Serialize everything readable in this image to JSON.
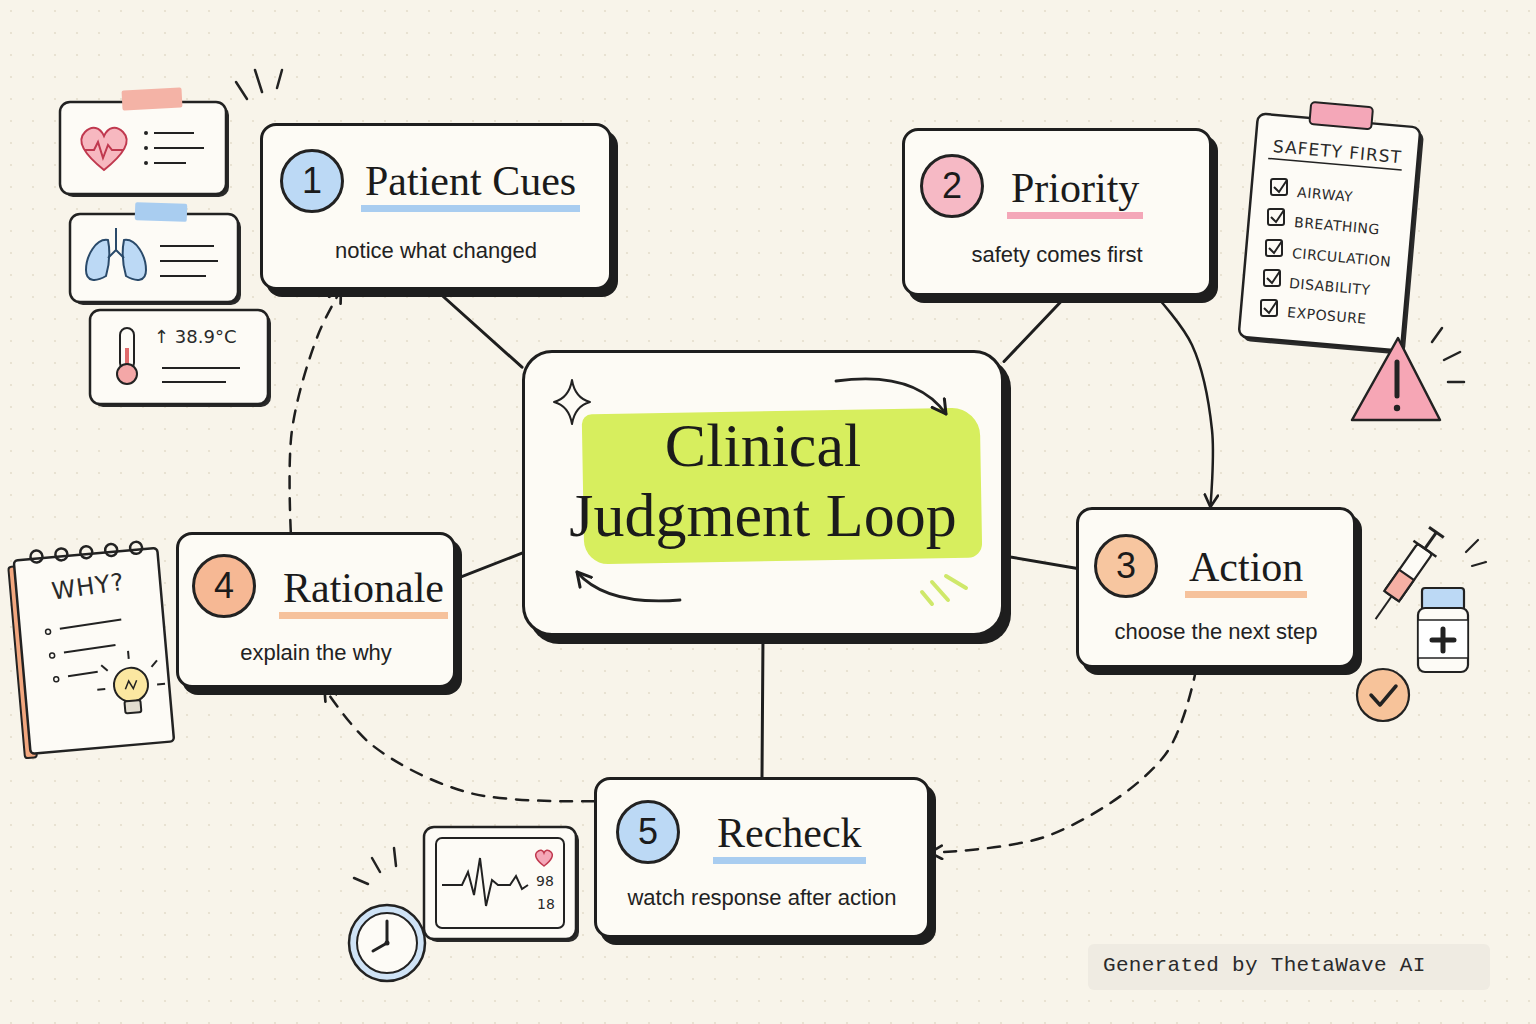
{
  "diagram": {
    "nodes": [
      {
        "text": [
          "Patient Cues",
          "notice what changed"
        ]
      },
      {
        "text": [
          "1"
        ],
        "in": 0
      },
      {
        "text": [
          "Priority",
          "safety comes first"
        ]
      },
      {
        "text": [
          "2"
        ],
        "in": 2
      },
      {
        "text": [
          "Clinical Judgment Loop"
        ]
      },
      {
        "text": [
          "Rationale",
          "explain the why"
        ]
      },
      {
        "text": [
          "4"
        ],
        "in": 5
      },
      {
        "text": [
          "Action",
          "choose the next step"
        ]
      },
      {
        "text": [
          "3"
        ],
        "in": 7
      },
      {
        "text": [
          "Recheck",
          "watch response after action"
        ]
      },
      {
        "text": [
          "5"
        ],
        "in": 9
      }
    ],
    "edges": [
      {
        "from": 4,
        "to": 0,
        "arrow": "none"
      },
      {
        "from": 4,
        "to": 2,
        "arrow": "none"
      },
      {
        "from": 4,
        "to": 7,
        "arrow": "none"
      },
      {
        "from": 4,
        "to": 5,
        "arrow": "none"
      },
      {
        "from": 4,
        "to": 9,
        "arrow": "none"
      },
      {
        "from": 2,
        "to": 7,
        "arrow": "to"
      },
      {
        "from": 7,
        "to": 9,
        "arrow": "to"
      },
      {
        "from": 9,
        "to": 5,
        "arrow": "to"
      },
      {
        "from": 5,
        "to": 0,
        "arrow": "to"
      }
    ],
    "labels": [
      "SAFETY FIRST",
      "AIRWAY",
      "BREATHING",
      "CIRCULATION",
      "DISABILITY",
      "EXPOSURE",
      "↑ 38.9°C",
      "WHY?",
      "98",
      "18",
      "Generated by ThetaWave AI"
    ]
  }
}
